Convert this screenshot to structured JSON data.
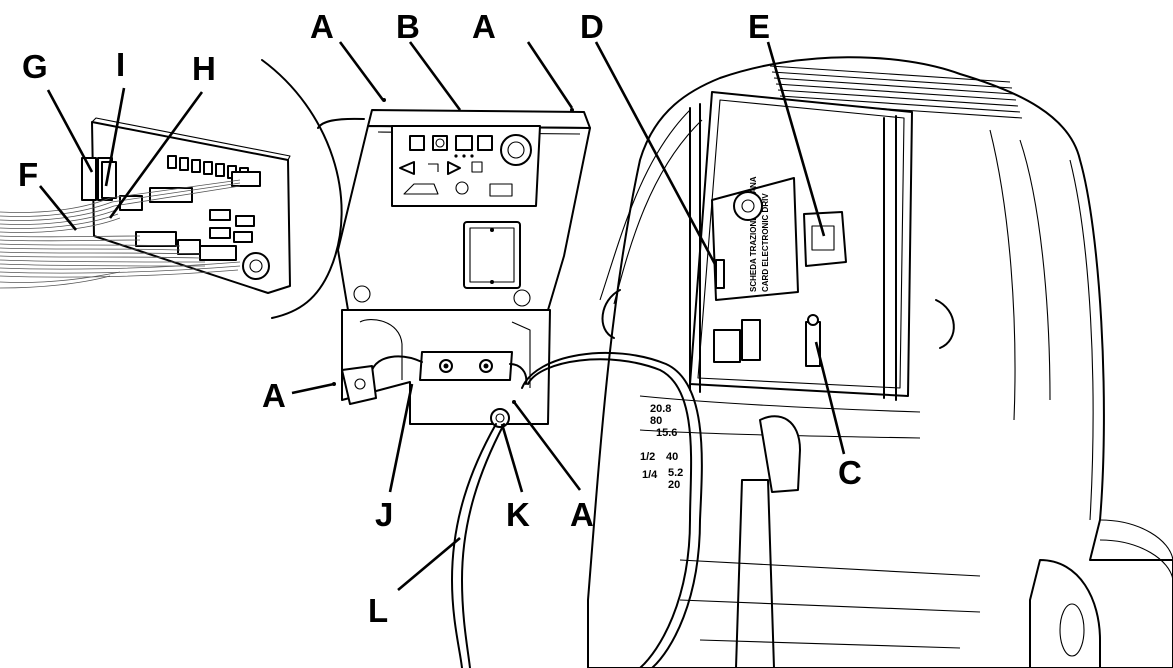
{
  "callouts": {
    "a": "A",
    "b": "B",
    "c": "C",
    "d": "D",
    "e": "E",
    "f": "F",
    "g": "G",
    "h": "H",
    "i": "I",
    "j": "J",
    "k": "K",
    "l": "L"
  },
  "machine_markings": {
    "scale_top": "20.8",
    "scale_top_unit": "80",
    "scale_mid": "15.6",
    "scale_half": "1/2",
    "scale_half_value": "40",
    "scale_quarter": "1/4",
    "scale_low": "5.2",
    "scale_low_unit": "20",
    "board_text_1": "SCHEDA TRAZIONE ITALIANA",
    "board_text_2": "CARD ELECTRONIC DRIV"
  },
  "colors": {
    "ink": "#000000",
    "background": "#ffffff"
  }
}
